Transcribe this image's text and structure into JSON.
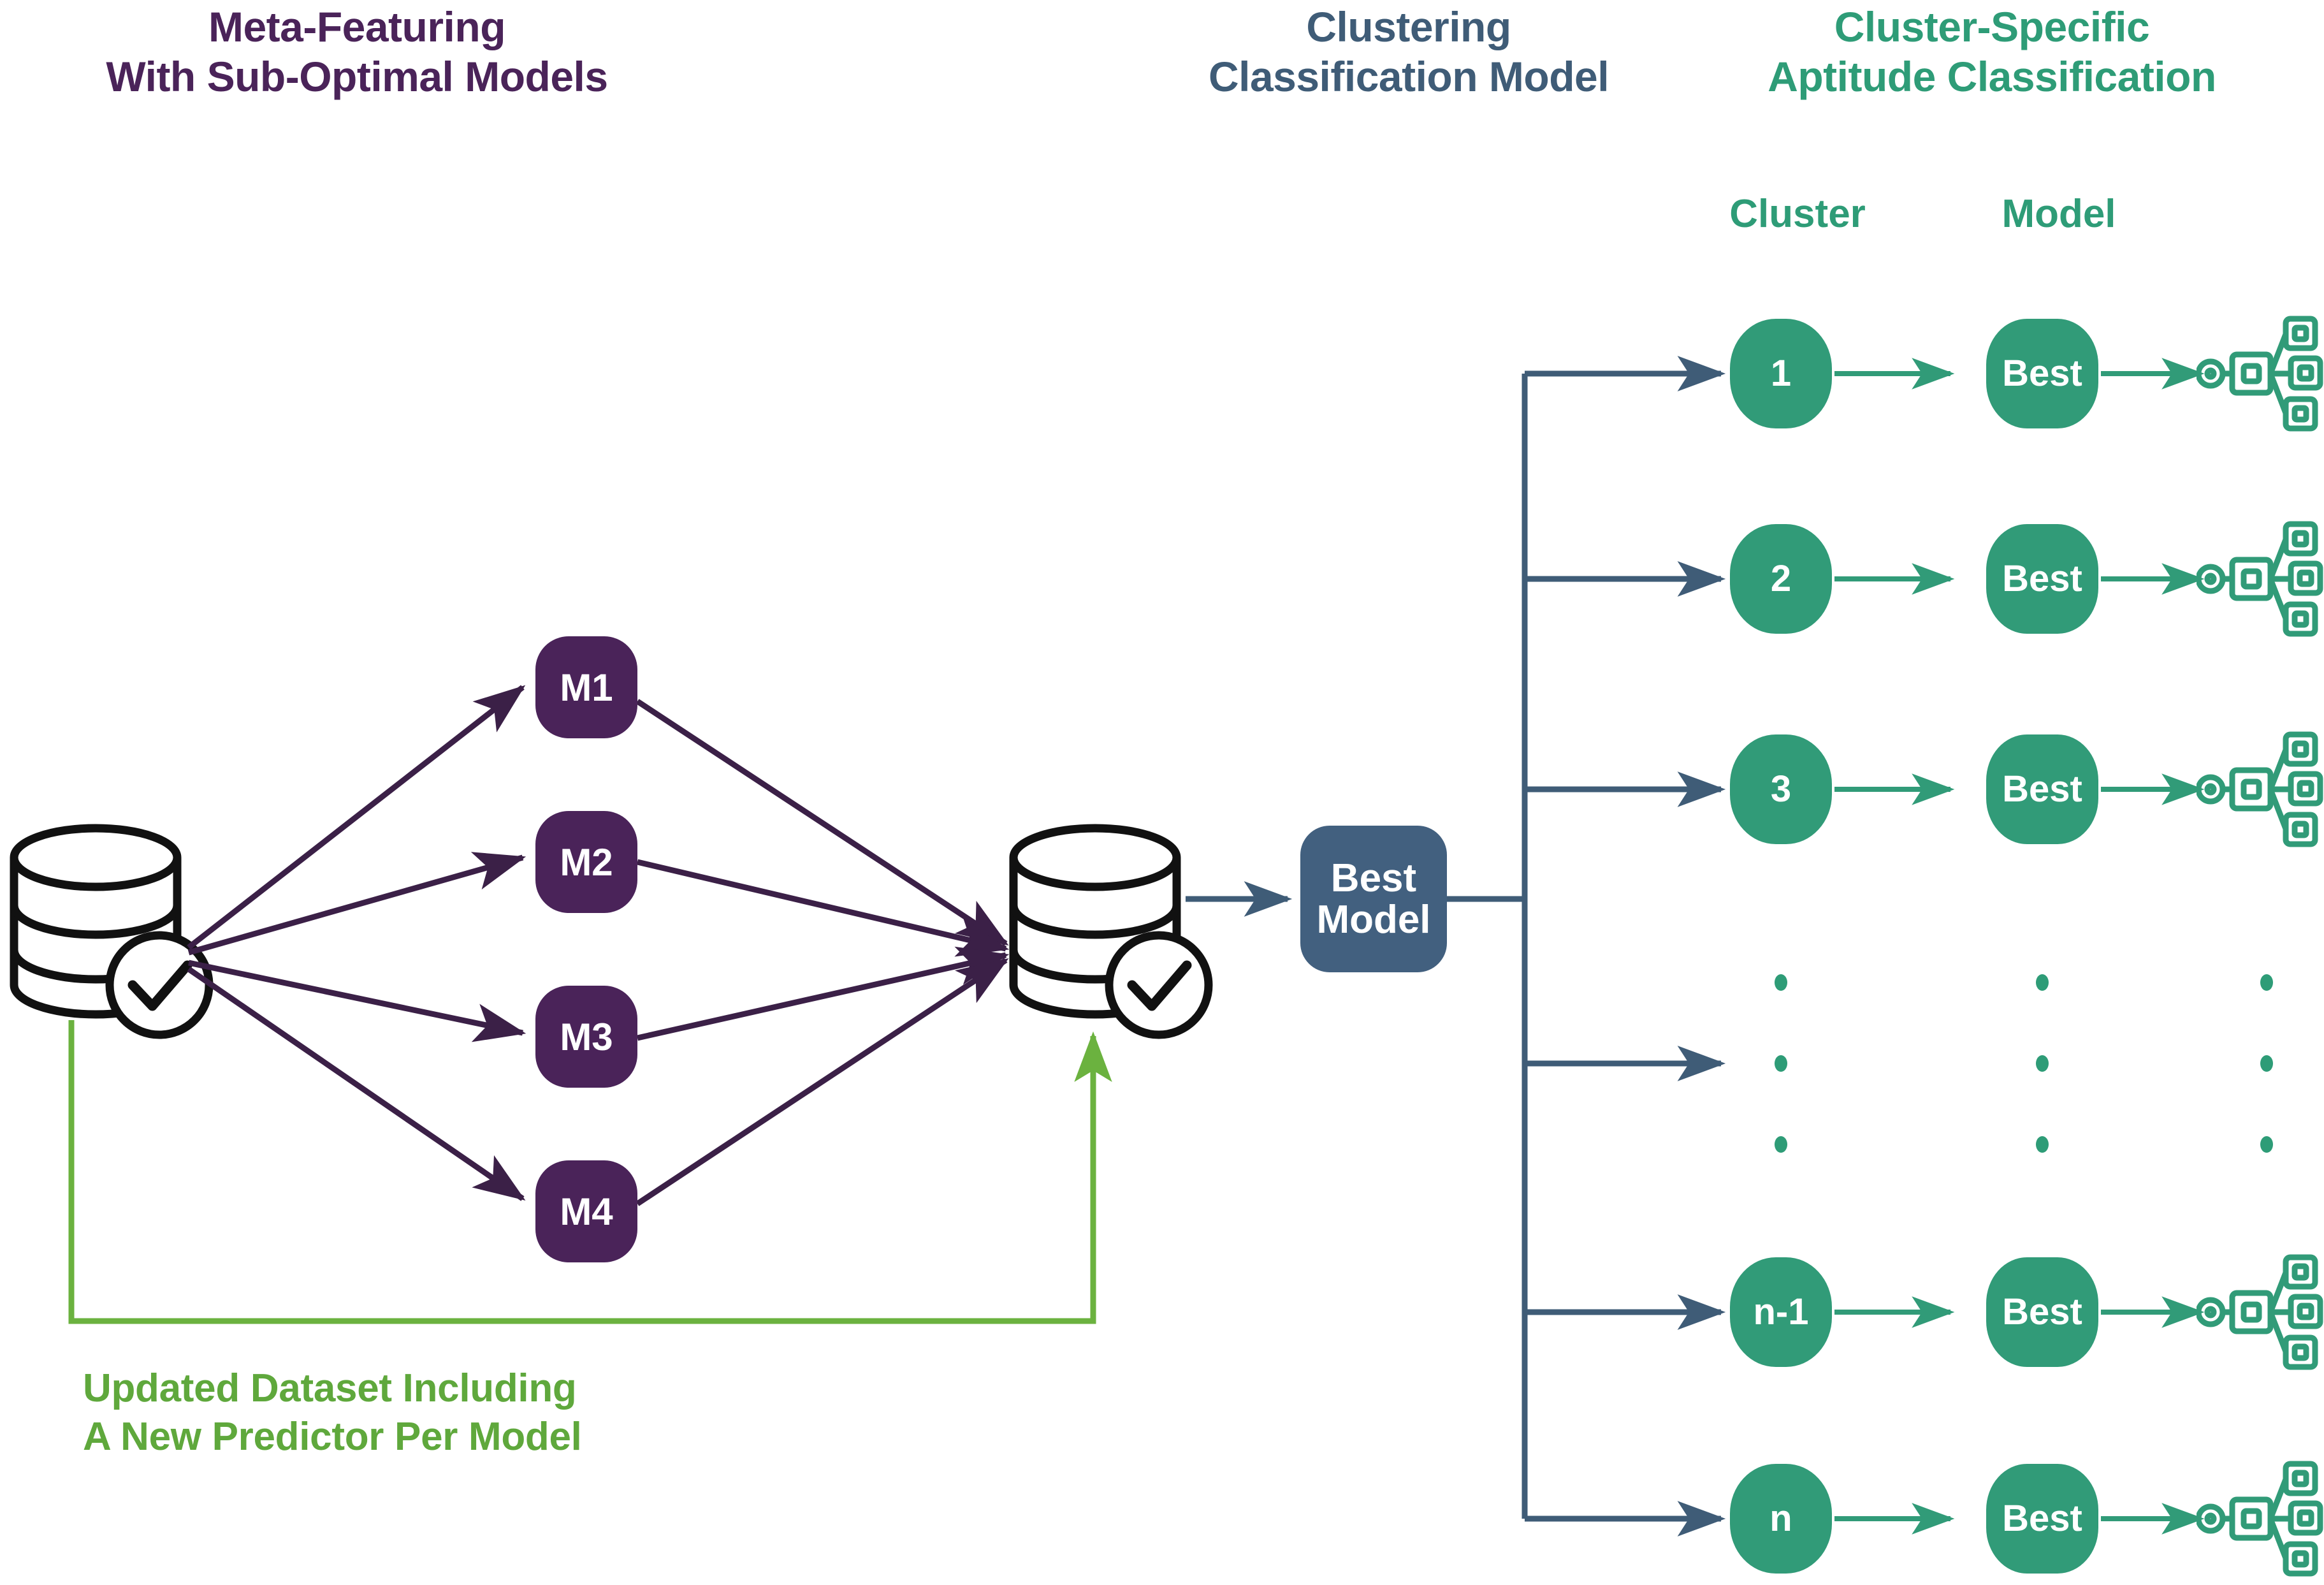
{
  "headers": {
    "meta_featuring": "Meta-Featuring\nWith Sub-Optimal Models",
    "clustering": "Clustering\nClassification  Model",
    "cluster_specific": "Cluster-Specific\nAptitude Classification"
  },
  "column_headers": {
    "cluster": "Cluster",
    "model": "Model"
  },
  "sub_optimal_models": [
    {
      "label": "M1"
    },
    {
      "label": "M2"
    },
    {
      "label": "M3"
    },
    {
      "label": "M4"
    }
  ],
  "best_model_box": {
    "label": "Best\nModel"
  },
  "datastores": {
    "input": {
      "name": "database-check-icon"
    },
    "meta": {
      "name": "database-check-icon"
    }
  },
  "cluster_rows": [
    {
      "cluster": "1",
      "model": "Best",
      "output_icon": "hierarchy-icon"
    },
    {
      "cluster": "2",
      "model": "Best",
      "output_icon": "hierarchy-icon"
    },
    {
      "cluster": "3",
      "model": "Best",
      "output_icon": "hierarchy-icon"
    },
    {
      "cluster": "n-1",
      "model": "Best",
      "output_icon": "hierarchy-icon"
    },
    {
      "cluster": "n",
      "model": "Best",
      "output_icon": "hierarchy-icon"
    }
  ],
  "ellipsis": {
    "rows": 3,
    "columns": 3,
    "glyph": "vertical-dots"
  },
  "feedback_caption": "Updated Dataset Including\nA New Predictor Per Model",
  "colors": {
    "purple": "#4A2359",
    "purple_arrow": "#3B2047",
    "slate_blue": "#42607F",
    "teal_green": "#319B78",
    "header_green": "#2E9C77",
    "light_green": "#5FA83C",
    "black": "#111111",
    "background": "#FFFFFF"
  }
}
